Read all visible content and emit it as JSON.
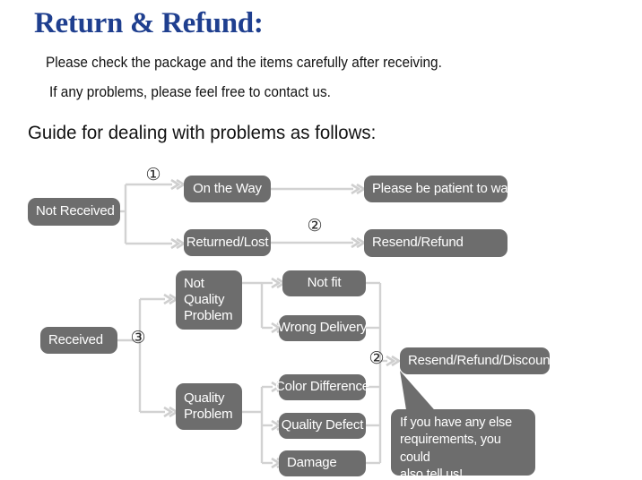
{
  "header": {
    "title": "Return & Refund:",
    "line1": "Please check the package and the items carefully after receiving.",
    "line2": "If any problems, please feel free to contact us.",
    "guide": "Guide for dealing with problems as follows:"
  },
  "colors": {
    "title": "#1f3f8f",
    "node_fill": "#6d6d6d",
    "node_text": "#ffffff",
    "connector": "#d0d0d0",
    "body_text": "#111111"
  },
  "flow": {
    "nodes": [
      {
        "id": "not-received",
        "label": "Not Received"
      },
      {
        "id": "on-the-way",
        "label": "On the Way"
      },
      {
        "id": "returned-lost",
        "label": "Returned/Lost"
      },
      {
        "id": "please-be-patient",
        "label": "Please be patient to wait"
      },
      {
        "id": "resend-refund",
        "label": "Resend/Refund"
      },
      {
        "id": "received",
        "label": "Received"
      },
      {
        "id": "not-quality-problem",
        "label": "Not\nQuality\nProblem"
      },
      {
        "id": "quality-problem",
        "label": "Quality\nProblem"
      },
      {
        "id": "not-fit",
        "label": "Not fit"
      },
      {
        "id": "wrong-delivery",
        "label": "Wrong Delivery"
      },
      {
        "id": "color-difference",
        "label": "Color Difference"
      },
      {
        "id": "quality-defect",
        "label": "Quality Defect"
      },
      {
        "id": "damage",
        "label": "Damage"
      },
      {
        "id": "resend-refund-discount",
        "label": "Resend/Refund/Discount"
      }
    ],
    "markers": [
      {
        "id": "marker-1",
        "label": "①"
      },
      {
        "id": "marker-2a",
        "label": "②"
      },
      {
        "id": "marker-2b",
        "label": "②"
      },
      {
        "id": "marker-3",
        "label": "③"
      }
    ],
    "callout": "If you have any else\nrequirements, you could\nalso tell us!"
  }
}
